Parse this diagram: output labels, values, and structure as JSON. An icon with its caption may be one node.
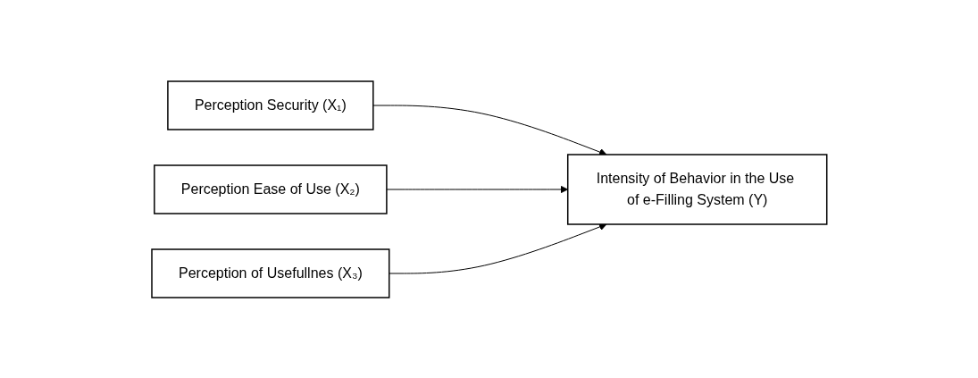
{
  "diagram": {
    "nodes": [
      {
        "text": [
          "Perception Security (X₁)"
        ]
      },
      {
        "text": [
          "Perception Ease of Use (X₂)"
        ]
      },
      {
        "text": [
          "Perception of Usefullnes (X₃)"
        ]
      },
      {
        "text": [
          "Intensity of Behavior in the Use of e-Filling System (Y)"
        ]
      }
    ],
    "edges": [
      {
        "from": 0,
        "to": 3,
        "arrow": "to"
      },
      {
        "from": 1,
        "to": 3,
        "arrow": "to"
      },
      {
        "from": 2,
        "to": 3,
        "arrow": "to"
      }
    ]
  }
}
